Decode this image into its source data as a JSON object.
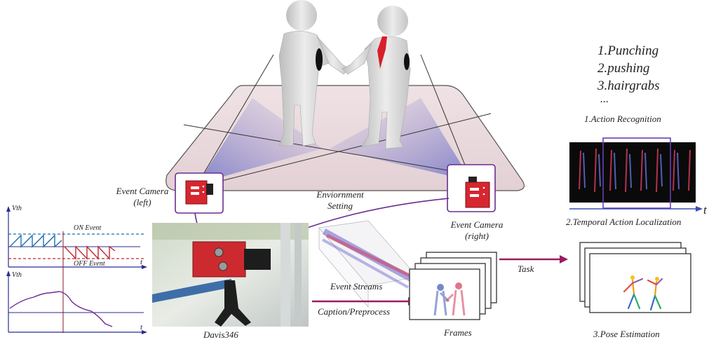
{
  "actions": {
    "items": [
      "1.Punching",
      "2.pushing",
      "3.hairgrabs"
    ],
    "ellipsis": "...",
    "caption": "1.Action Recognition"
  },
  "temporal": {
    "caption": "2.Temporal Action Localization",
    "axis_label": "t"
  },
  "pose": {
    "caption": "3.Pose Estimation"
  },
  "cameras": {
    "left_line1": "Event Camera",
    "left_line2": "(left)",
    "right_line1": "Event Camera",
    "right_line2": "(right)",
    "accent": "#6a2c91",
    "body_color": "#d7262f"
  },
  "environment": {
    "line1": "Enviornment",
    "line2": "Setting",
    "floor_color": "#e8d8db"
  },
  "device": {
    "caption": "Davis346"
  },
  "pipeline": {
    "event_streams": "Event Streams",
    "caption_preprocess": "Caption/Preprocess",
    "frames": "Frames",
    "task": "Task",
    "arrow_color": "#9b1c5e"
  },
  "signal_plot": {
    "top_ylabel": "Vth",
    "top_xlabel": "t",
    "on_event": "ON Event",
    "off_event": "OFF Event",
    "bottom_ylabel": "Vth",
    "bottom_xlabel": "t",
    "on_color": "#1f6fb2",
    "off_color": "#c0282d",
    "axis_color": "#2b2b8f"
  }
}
